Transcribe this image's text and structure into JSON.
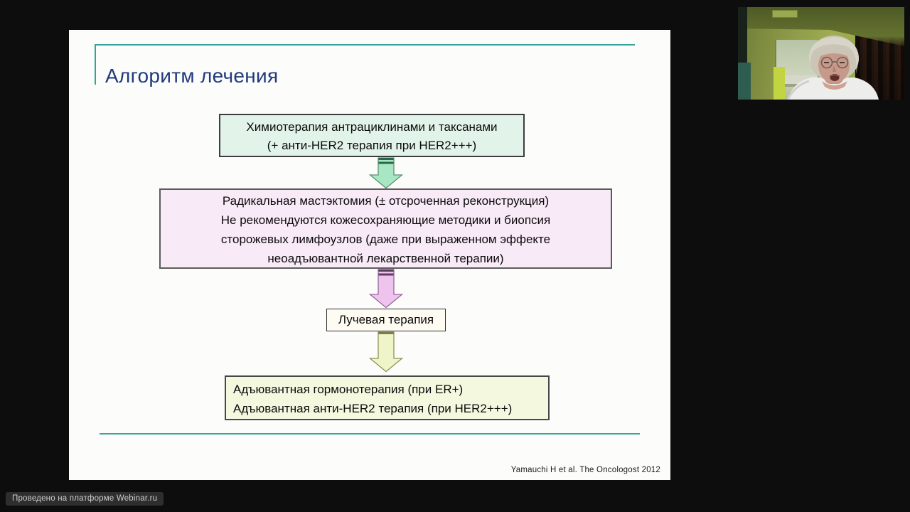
{
  "platform": {
    "badge_label": "Проведено на платформе Webinar.ru"
  },
  "slide": {
    "title": "Алгоритм лечения",
    "citation": "Yamauchi H et al. The Oncologost 2012",
    "colors": {
      "title_text": "#1f3a7c",
      "accent_line": "#34a49c",
      "slide_bg": "#fcfcfa"
    },
    "flowchart": {
      "boxes": [
        {
          "id": "chemotherapy",
          "bg": "#e2f4e9",
          "border": "#3d3d3d",
          "lines": [
            "Химиотерапия антрациклинами и таксанами",
            "(+ анти-HER2 терапия при HER2+++)"
          ]
        },
        {
          "id": "mastectomy",
          "bg": "#f8eaf7",
          "border": "#5c5c5c",
          "lines": [
            "Радикальная мастэктомия (± отсроченная реконструкция)",
            "Не рекомендуются кожесохраняющие методики  и биопсия",
            "сторожевых лимфоузлов (даже при выраженном эффекте",
            "неоадъювантной лекарственной терапии)"
          ]
        },
        {
          "id": "radiation",
          "bg": "#fdfbf2",
          "border": "#2f2f2f",
          "lines": [
            "Лучевая терапия"
          ]
        },
        {
          "id": "adjuvant",
          "bg": "#f4f8df",
          "border": "#474747",
          "lines": [
            "Адъювантная гормонотерапия (при ER+)",
            "Адъювантная анти-HER2 терапия (при HER2+++)"
          ]
        }
      ],
      "arrows": [
        {
          "fill": "#a9e6c3",
          "stroke": "#5b9370",
          "stripe": "#2a6847"
        },
        {
          "fill": "#eec4ef",
          "stroke": "#97689a",
          "stripe": "#5e3c60"
        },
        {
          "fill": "#eff4c9",
          "stroke": "#8e9358",
          "stripe": "#787d49"
        }
      ]
    }
  }
}
